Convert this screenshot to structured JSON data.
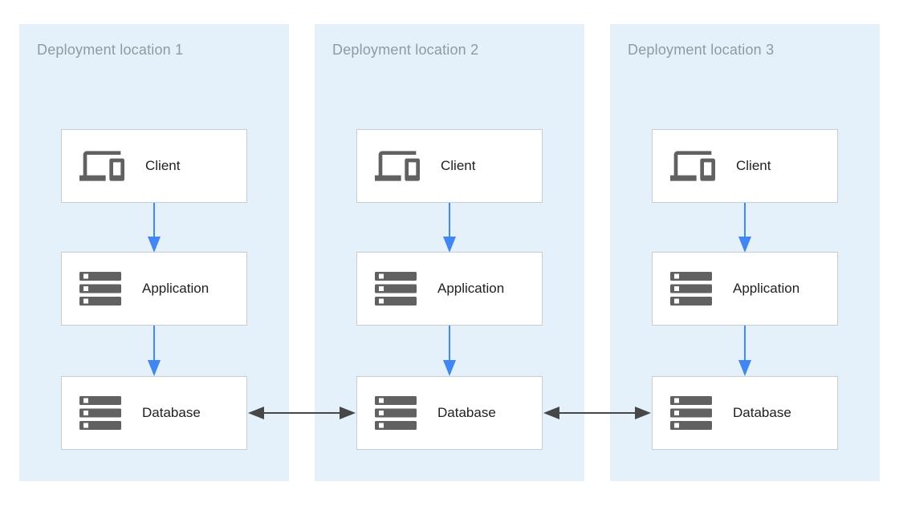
{
  "diagram": {
    "type": "architecture-diagram",
    "colors": {
      "page_background": "#ffffff",
      "zone_fill": "#e4f0fa",
      "node_fill": "#ffffff",
      "node_border": "#c9cdd1",
      "icon": "#616161",
      "icon_detail": "#ffffff",
      "node_label": "#212124",
      "zone_title": "#8d9ba6",
      "flow_arrow": "#4285f4",
      "replication_arrow": "#474747"
    },
    "zones": [
      {
        "title": "Deployment location 1",
        "nodes": [
          {
            "label": "Client",
            "icon": "devices-icon"
          },
          {
            "label": "Application",
            "icon": "server-stack-icon"
          },
          {
            "label": "Database",
            "icon": "server-stack-icon"
          }
        ]
      },
      {
        "title": "Deployment location 2",
        "nodes": [
          {
            "label": "Client",
            "icon": "devices-icon"
          },
          {
            "label": "Application",
            "icon": "server-stack-icon"
          },
          {
            "label": "Database",
            "icon": "server-stack-icon"
          }
        ]
      },
      {
        "title": "Deployment location 3",
        "nodes": [
          {
            "label": "Client",
            "icon": "devices-icon"
          },
          {
            "label": "Application",
            "icon": "server-stack-icon"
          },
          {
            "label": "Database",
            "icon": "server-stack-icon"
          }
        ]
      }
    ],
    "flows": [
      {
        "zone": "Deployment location 1",
        "from": "Client",
        "to": "Application",
        "style": "directed-down"
      },
      {
        "zone": "Deployment location 1",
        "from": "Application",
        "to": "Database",
        "style": "directed-down"
      },
      {
        "zone": "Deployment location 2",
        "from": "Client",
        "to": "Application",
        "style": "directed-down"
      },
      {
        "zone": "Deployment location 2",
        "from": "Application",
        "to": "Database",
        "style": "directed-down"
      },
      {
        "zone": "Deployment location 3",
        "from": "Client",
        "to": "Application",
        "style": "directed-down"
      },
      {
        "zone": "Deployment location 3",
        "from": "Application",
        "to": "Database",
        "style": "directed-down"
      }
    ],
    "replication_links": [
      {
        "between": [
          "Database (location 1)",
          "Database (location 2)"
        ],
        "style": "bidirectional"
      },
      {
        "between": [
          "Database (location 2)",
          "Database (location 3)"
        ],
        "style": "bidirectional"
      }
    ]
  }
}
